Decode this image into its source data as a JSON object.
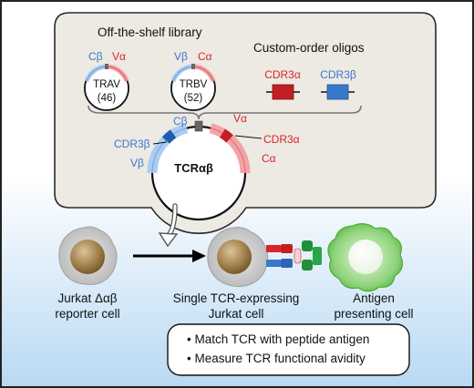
{
  "library": {
    "title": "Off-the-shelf library",
    "trav": {
      "name": "TRAV",
      "count": "(46)",
      "left_label": "Cβ",
      "right_label": "Vα"
    },
    "trbv": {
      "name": "TRBV",
      "count": "(52)",
      "left_label": "Vβ",
      "right_label": "Cα"
    }
  },
  "oligos": {
    "title": "Custom-order oligos",
    "alpha": "CDR3α",
    "beta": "CDR3β"
  },
  "plasmid": {
    "center_label_main": "TCR",
    "center_label_sub": "αβ",
    "labels": {
      "c_beta": "Cβ",
      "cdr3_beta": "CDR3β",
      "v_beta": "Vβ",
      "v_alpha": "Vα",
      "cdr3_alpha": "CDR3α",
      "c_alpha": "Cα"
    }
  },
  "cells": {
    "jurkat_line1": "Jurkat Δαβ",
    "jurkat_line2": "reporter cell",
    "single_line1": "Single TCR-expressing",
    "single_line2": "Jurkat cell",
    "apc_line1": "Antigen",
    "apc_line2": "presenting cell"
  },
  "outcomes": [
    "• Match TCR with peptide antigen",
    "• Measure TCR functional avidity"
  ],
  "colors": {
    "alpha_red": "#d7262b",
    "beta_blue": "#3a78c9",
    "alpha_light": "#f2a3a6",
    "beta_light": "#a9cdf0",
    "bg_top": "#ffffff",
    "bg_bottom": "#b8d9f3",
    "panel_fill": "#ede9e3",
    "apc_green": "#5bc24a"
  }
}
